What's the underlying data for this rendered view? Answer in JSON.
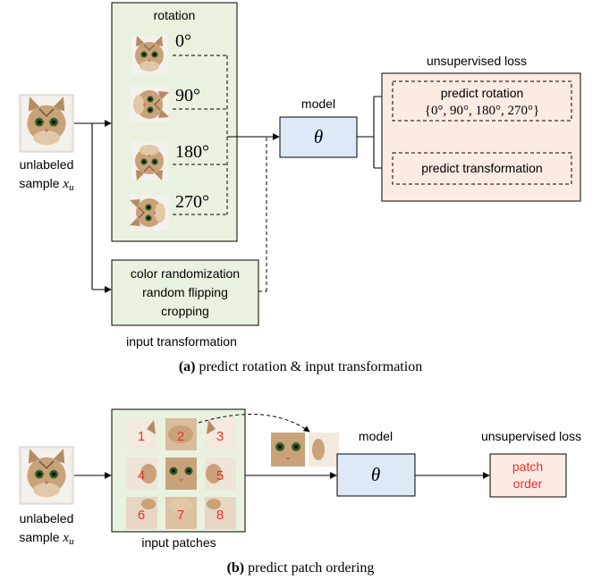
{
  "part_a": {
    "caption_letter": "(a)",
    "caption_text": "predict rotation & input transformation",
    "rotation_label": "rotation",
    "angles": [
      "0°",
      "90°",
      "180°",
      "270°"
    ],
    "sample_label_line1": "unlabeled",
    "sample_label_line2": "sample",
    "sample_var": "x",
    "sample_sub": "u",
    "model_label": "model",
    "model_symbol": "θ",
    "loss_title": "unsupervised loss",
    "loss_rotation_line1": "predict rotation",
    "loss_rotation_line2": "{0°, 90°, 180°, 270°}",
    "loss_transformation": "predict transformation",
    "transform_items": [
      "color randomization",
      "random flipping",
      "cropping"
    ],
    "transform_label": "input transformation"
  },
  "part_b": {
    "caption_letter": "(b)",
    "caption_text": "predict patch ordering",
    "sample_label_line1": "unlabeled",
    "sample_label_line2": "sample",
    "sample_var": "x",
    "sample_sub": "u",
    "patch_numbers": [
      "1",
      "2",
      "3",
      "4",
      "5",
      "6",
      "7",
      "8"
    ],
    "patches_label": "input patches",
    "model_label": "model",
    "model_symbol": "θ",
    "loss_title": "unsupervised loss",
    "loss_line1": "patch",
    "loss_line2": "order"
  },
  "colors": {
    "green_box": "#e8f2df",
    "blue_box": "#dde9f6",
    "peach_box": "#fbebe3",
    "red_text": "#e8322b",
    "cat_fur": "#c9a27a"
  }
}
